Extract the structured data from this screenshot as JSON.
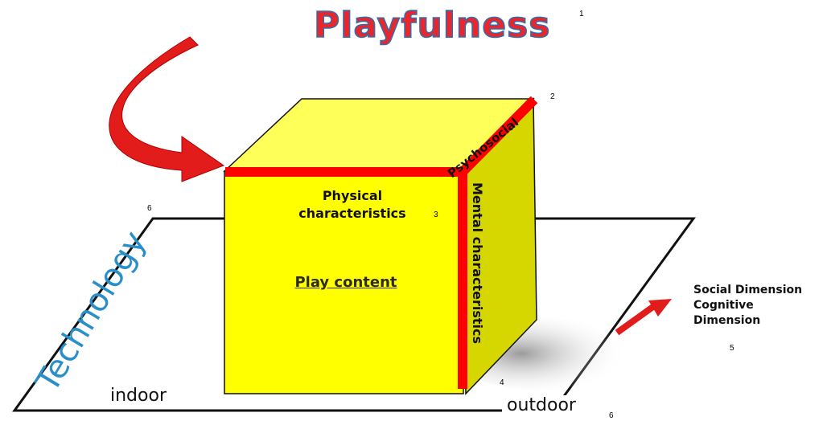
{
  "title": "Playfulness",
  "numbers": {
    "n1": "1",
    "n2": "2",
    "n3": "3",
    "n4": "4",
    "n5": "5",
    "n6a": "6",
    "n6b": "6"
  },
  "cube": {
    "front_label_line1": "Physical",
    "front_label_line2": "characteristics",
    "center_label": "Play content",
    "top_edge_label": "Psychosocial",
    "side_edge_label": "Mental characteristics"
  },
  "plane": {
    "left_label": "Technology",
    "indoor_label": "indoor",
    "outdoor_label": "outdoor"
  },
  "dimensions": {
    "line1": "Social Dimension",
    "line2": "Cognitive",
    "line3": "Dimension"
  },
  "colors": {
    "cube_face": "#ffff00",
    "cube_top": "#ffff5a",
    "cube_side": "#d8d800",
    "edge_red": "#ff0000",
    "arrow_red": "#e21b1b",
    "title_fill": "#e8262b",
    "title_outline": "#2f6fb0",
    "technology_blue": "#2a8fc8"
  }
}
